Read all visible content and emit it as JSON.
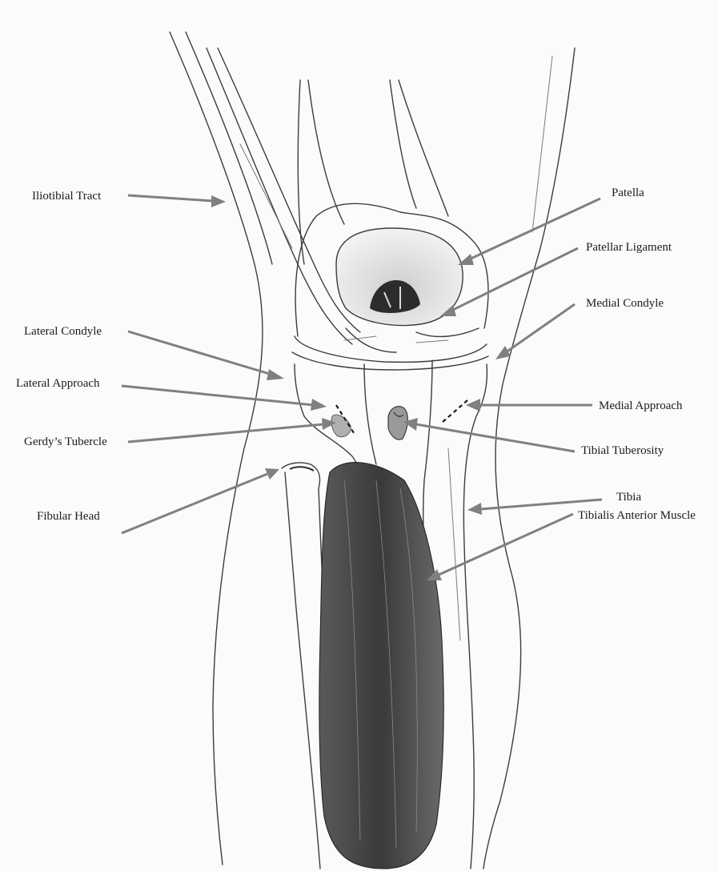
{
  "labels": {
    "iliotibial_tract": "Iliotibial Tract",
    "patella": "Patella",
    "patellar_ligament": "Patellar Ligament",
    "medial_condyle": "Medial Condyle",
    "lateral_condyle": "Lateral Condyle",
    "lateral_approach": "Lateral Approach",
    "medial_approach": "Medial Approach",
    "gerdys_tubercle": "Gerdy’s Tubercle",
    "tibial_tuberosity": "Tibial Tuberosity",
    "tibia": "Tibia",
    "fibular_head": "Fibular Head",
    "tibialis_anterior_muscle": "Tibialis Anterior Muscle"
  },
  "colors": {
    "arrow": "#808080",
    "sketch": "#3c3c3c",
    "paper": "#fbfbfa",
    "incision": "#1a1a1a"
  }
}
